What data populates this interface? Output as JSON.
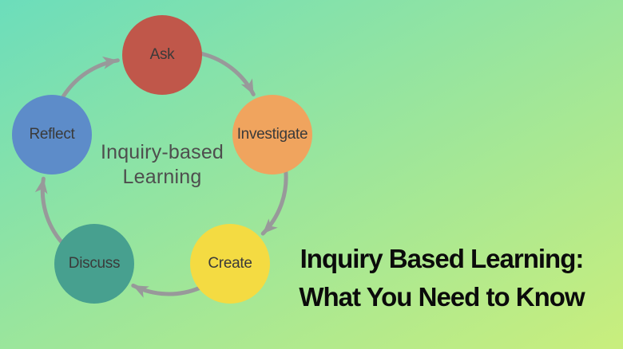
{
  "background": {
    "gradient_top_left": "#6CDDBB",
    "gradient_bottom_right": "#C9EE7D"
  },
  "diagram": {
    "center_label": {
      "line1": "Inquiry-based",
      "line2": "Learning"
    },
    "center_label_color": "#4E4E4E",
    "arrow_color": "#98999A",
    "nodes": [
      {
        "id": "ask",
        "label": "Ask",
        "color": "#C0574A"
      },
      {
        "id": "investigate",
        "label": "Investigate",
        "color": "#F0A45E"
      },
      {
        "id": "create",
        "label": "Create",
        "color": "#F4DB42"
      },
      {
        "id": "discuss",
        "label": "Discuss",
        "color": "#47A08F"
      },
      {
        "id": "reflect",
        "label": "Reflect",
        "color": "#5D8CC9"
      }
    ],
    "node_label_color": "#3A3A3A"
  },
  "title": {
    "line1": "Inquiry Based Learning:",
    "line2": "What You Need to Know",
    "color": "#0B0B0B"
  }
}
